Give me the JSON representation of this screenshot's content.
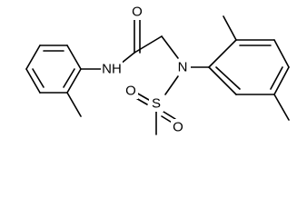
{
  "molecule": {
    "atoms": {
      "O": "O",
      "NH": "NH",
      "N": "N",
      "S": "S",
      "O_sulfonyl_1": "O",
      "O_sulfonyl_2": "O"
    }
  }
}
